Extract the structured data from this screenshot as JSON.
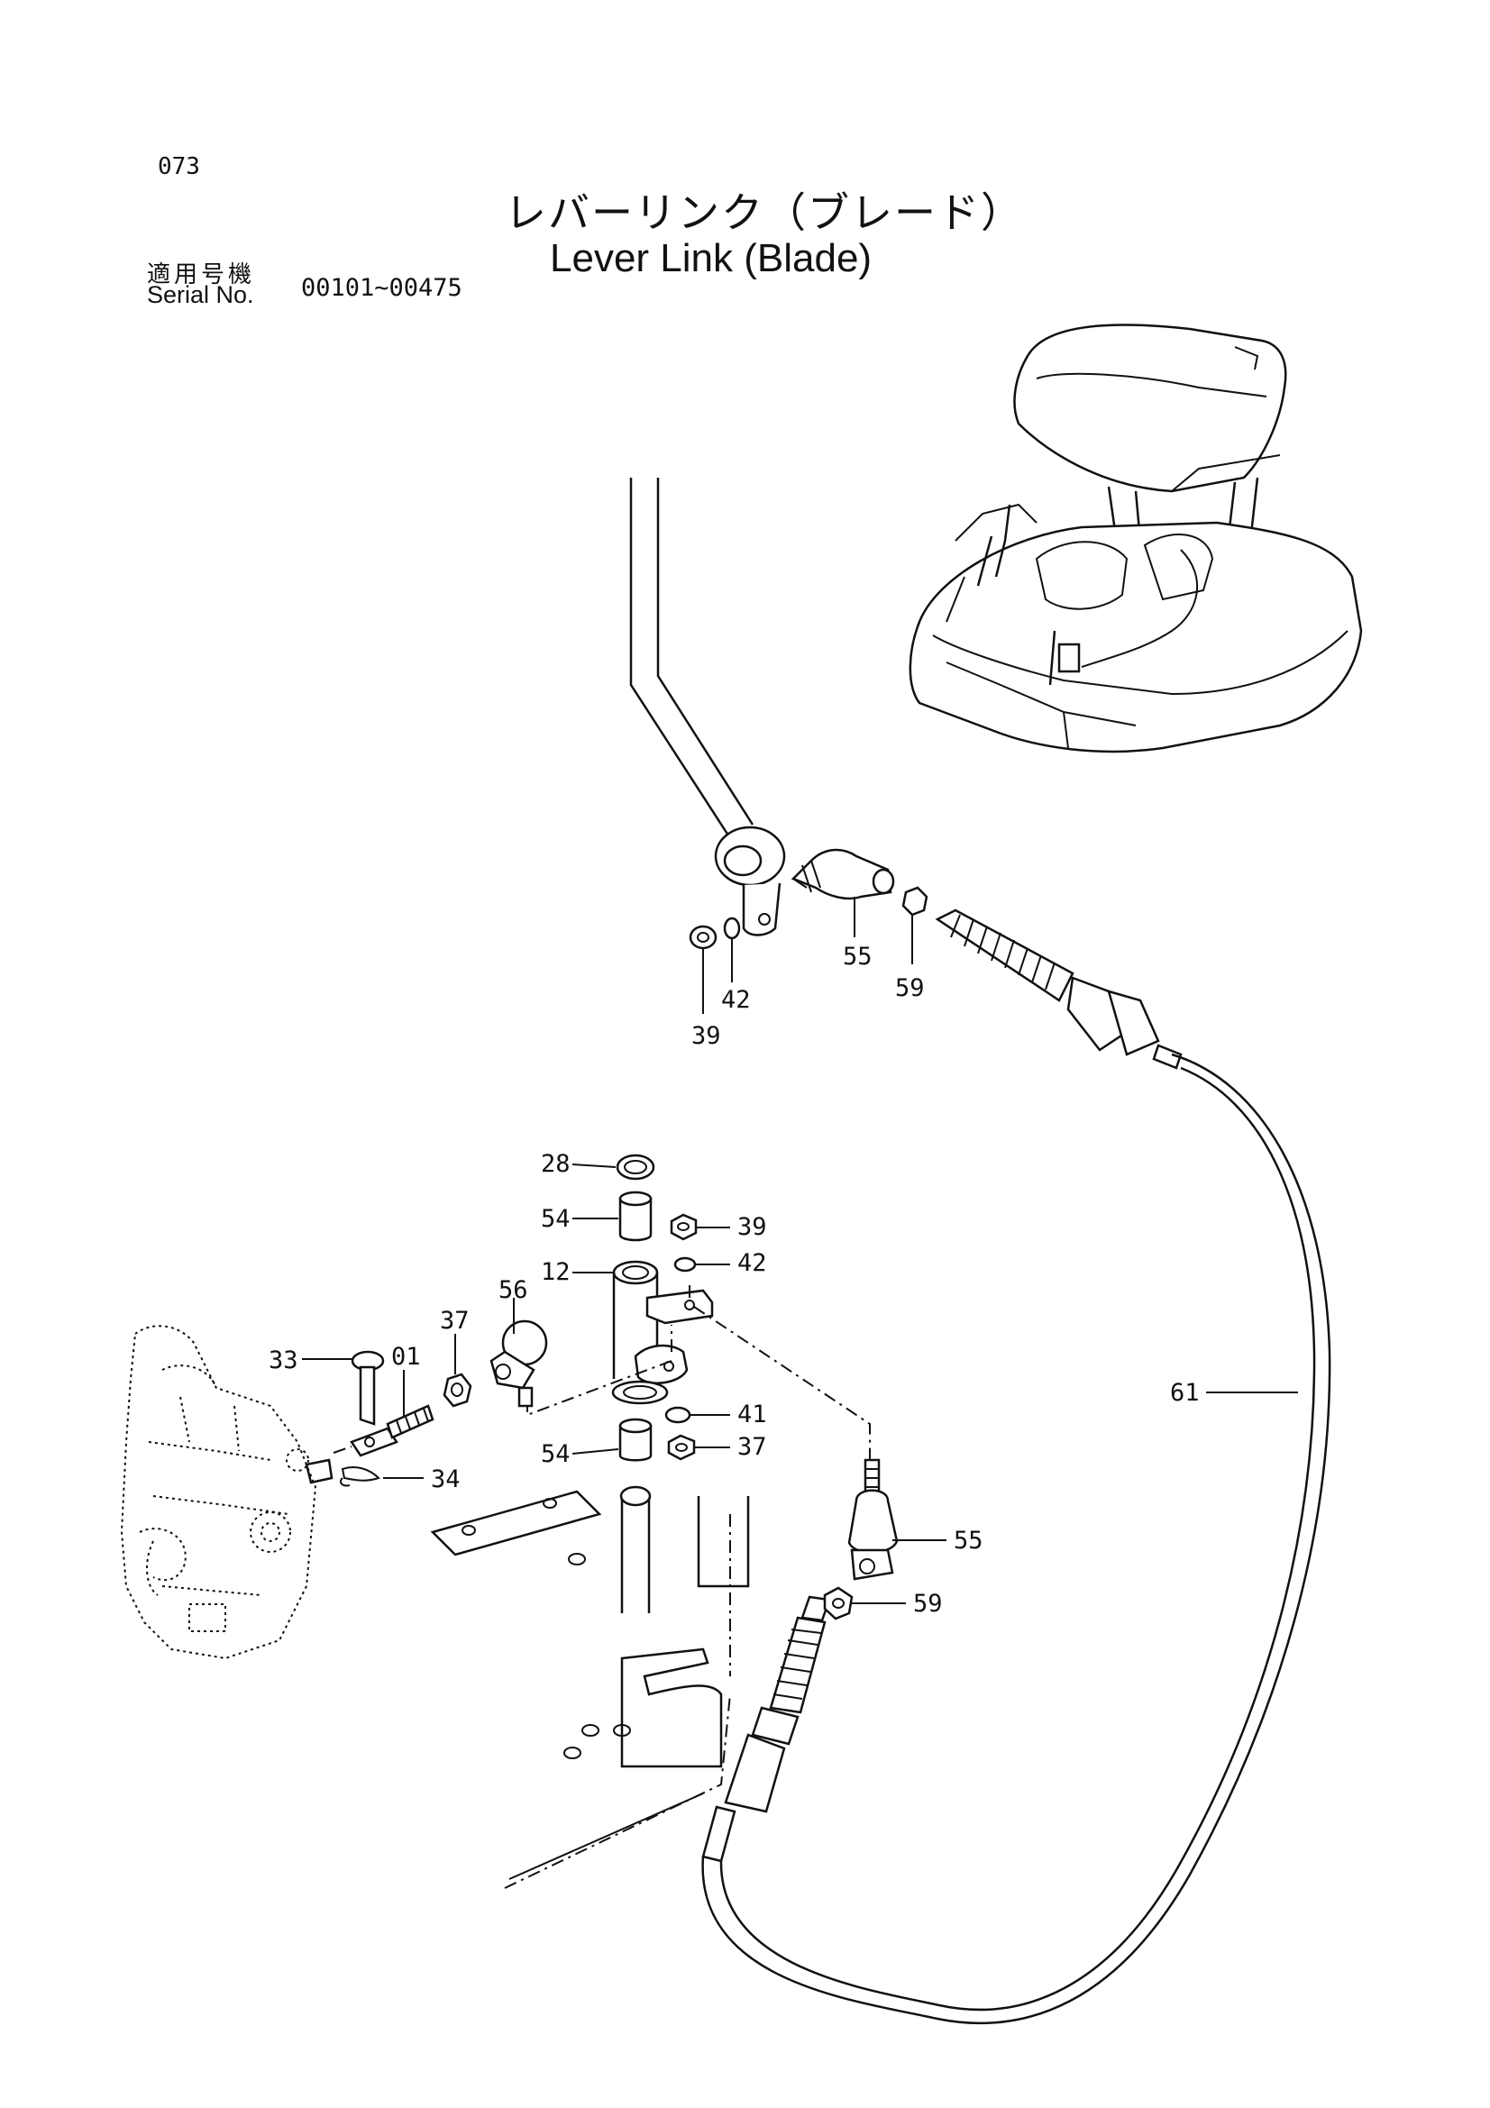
{
  "header": {
    "page_number": "073",
    "title_japanese": "レバーリンク（ブレード）",
    "title_english": "Lever Link (Blade)",
    "serial_label_japanese": "適用号機",
    "serial_label_english": "Serial No.",
    "serial_range": "00101~00475"
  },
  "callouts": [
    "55",
    "59",
    "42",
    "39",
    "28",
    "54",
    "39",
    "12",
    "42",
    "37",
    "56",
    "33",
    "01",
    "34",
    "41",
    "54",
    "37",
    "55",
    "59",
    "61"
  ]
}
